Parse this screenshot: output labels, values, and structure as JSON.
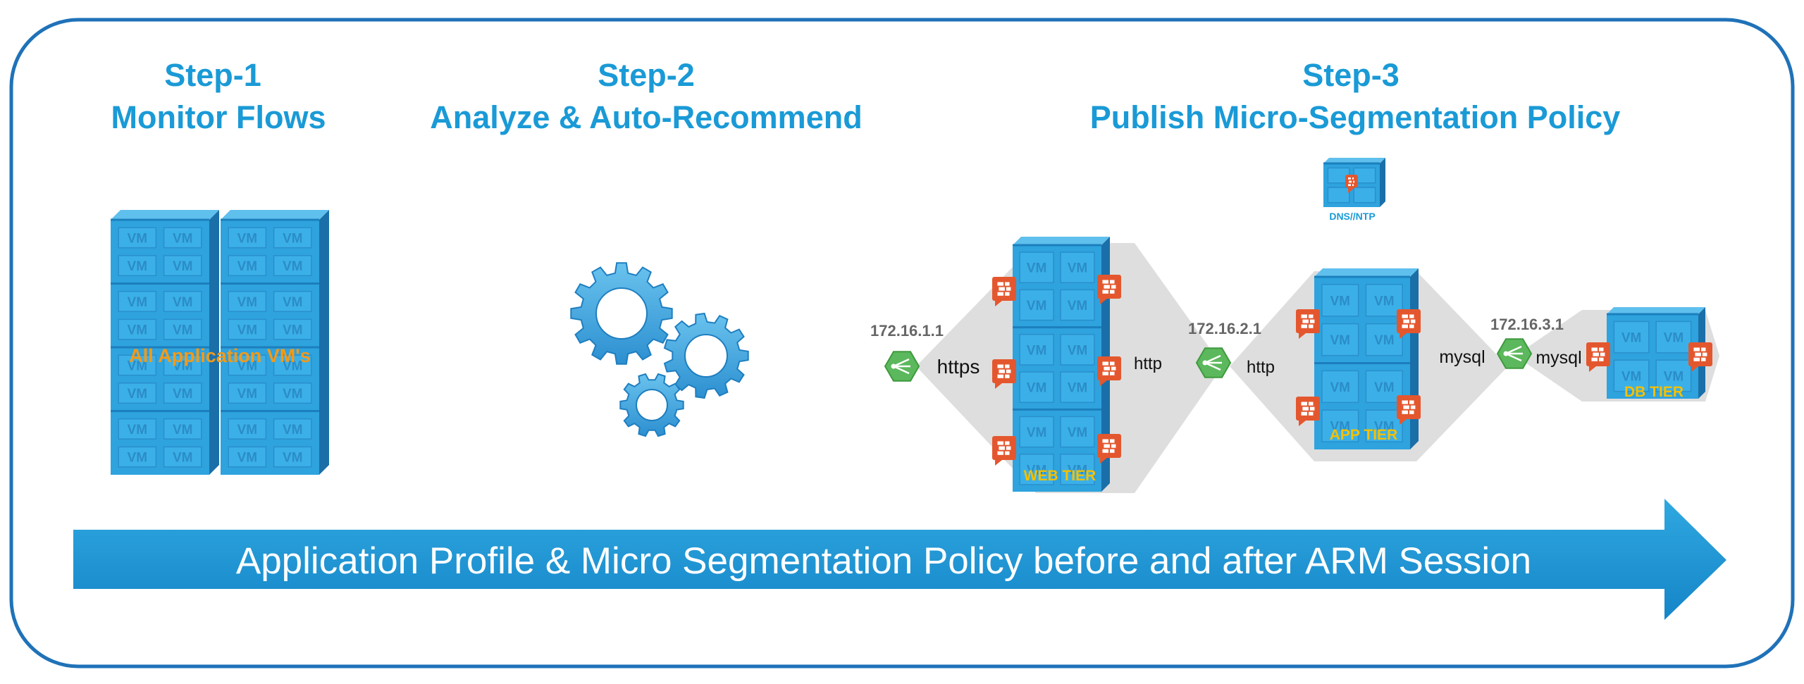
{
  "steps": [
    {
      "number": "Step-1",
      "title": "Monitor Flows"
    },
    {
      "number": "Step-2",
      "title": "Analyze & Auto-Recommend"
    },
    {
      "number": "Step-3",
      "title": "Publish Micro-Segmentation Policy"
    }
  ],
  "step1": {
    "vm_label": "VM",
    "overlay_label": "All Application VM's"
  },
  "step3": {
    "dns_label": "DNS//NTP",
    "tiers": {
      "web": "WEB TIER",
      "app": "APP TIER",
      "db": "DB TIER"
    },
    "load_balancers": [
      {
        "ip": "172.16.1.1",
        "protocol": "https"
      },
      {
        "ip": "172.16.2.1",
        "protocol": "http"
      },
      {
        "ip": "172.16.3.1",
        "protocol": "mysql"
      }
    ],
    "flows": {
      "web_to_app": "http",
      "app_to_db": "mysql"
    }
  },
  "banner": {
    "text": "Application Profile & Micro Segmentation Policy before and after ARM Session"
  },
  "colors": {
    "frame": "#1f72b8",
    "title": "#1a9ad6",
    "server_blue": "#2ea3de",
    "firewall": "#e4572e",
    "load_balancer": "#5cb85c",
    "tier_label": "#f5c000",
    "banner": "#1a9ad6"
  },
  "icons": [
    "server-rack-icon",
    "gear-icon",
    "firewall-icon",
    "load-balancer-icon",
    "arrow-banner-icon"
  ]
}
